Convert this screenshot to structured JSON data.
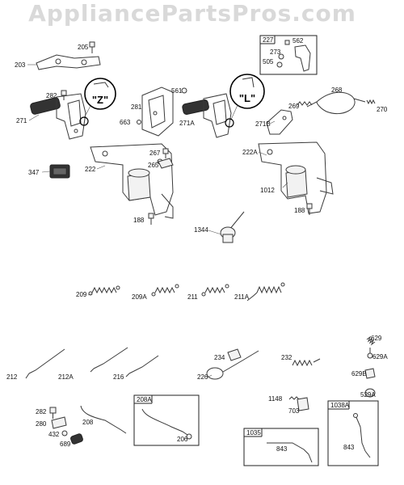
{
  "watermark": "AppliancePartsPros.com",
  "callouts": {
    "z": "\"Z\"",
    "l": "\"L\""
  },
  "boxes": {
    "b227": "227",
    "b208A": "208A",
    "b1035": "1035",
    "b1038A": "1038A"
  },
  "labels": {
    "p205": "205",
    "p203": "203",
    "p562": "562",
    "p273": "273",
    "p505": "505",
    "p282": "282",
    "p271": "271",
    "p561": "561",
    "p281": "281",
    "p663": "663",
    "p271A": "271A",
    "p268": "268",
    "p269": "269",
    "p271B": "271B",
    "p270": "270",
    "p267": "267",
    "p265": "265",
    "p222": "222",
    "p347": "347",
    "p222A": "222A",
    "p1012": "1012",
    "p188a": "188",
    "p188b": "188",
    "p1344": "1344",
    "p209": "209",
    "p209A": "209A",
    "p211": "211",
    "p211A": "211A",
    "p629": "629",
    "p629A": "629A",
    "p629B": "629B",
    "p234": "234",
    "p232": "232",
    "p212": "212",
    "p212A": "212A",
    "p216": "216",
    "p226": "226",
    "p1148": "1148",
    "p703": "703",
    "p529A": "529A",
    "p282b": "282",
    "p280": "280",
    "p432": "432",
    "p689": "689",
    "p208": "208",
    "p206": "206",
    "p843a": "843",
    "p843b": "843"
  }
}
